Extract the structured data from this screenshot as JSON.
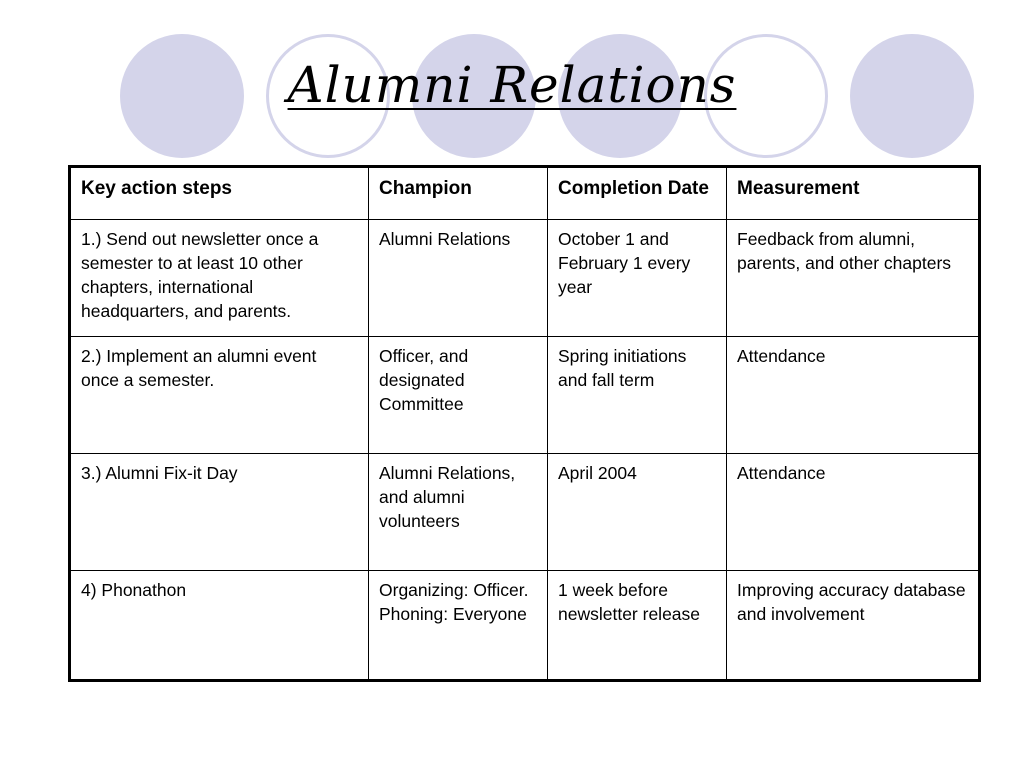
{
  "slide": {
    "title": "Alumni Relations"
  },
  "table": {
    "headers": [
      "Key action steps",
      "Champion",
      "Completion Date",
      "Measurement"
    ],
    "rows": [
      [
        "1.) Send out newsletter once a semester to at least 10 other chapters, international headquarters, and parents.",
        "Alumni Relations",
        "October 1 and February 1 every year",
        "Feedback from alumni, parents, and other chapters"
      ],
      [
        "2.) Implement an alumni event once a semester.",
        "Officer, and designated Committee",
        "Spring initiations and fall term",
        "Attendance"
      ],
      [
        "3.) Alumni Fix-it Day",
        "Alumni Relations, and alumni volunteers",
        "April 2004",
        "Attendance"
      ],
      [
        "4) Phonathon",
        "Organizing: Officer.  Phoning: Everyone",
        "1 week before newsletter release",
        "Improving accuracy database and involvement"
      ]
    ]
  },
  "colors": {
    "circle_fill": "#d4d4ea",
    "text": "#000000",
    "background": "#ffffff"
  }
}
